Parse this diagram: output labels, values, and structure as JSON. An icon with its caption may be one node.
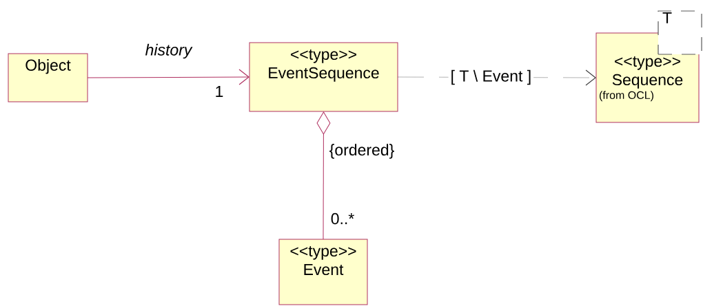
{
  "diagram": {
    "nodes": [
      {
        "text": [
          "Object"
        ]
      },
      {
        "text": [
          "<<type>>",
          "EventSequence"
        ]
      },
      {
        "text": [
          "<<type>>",
          "Sequence",
          "(from OCL)"
        ]
      },
      {
        "text": [
          "T"
        ]
      },
      {
        "text": [
          "<<type>>",
          "Event"
        ]
      }
    ],
    "edges": [
      {
        "from": 0,
        "to": 1,
        "arrow": "to",
        "label": "history"
      },
      {
        "from": 1,
        "to": 2,
        "arrow": "to",
        "label": "[ T \\ Event ]",
        "style": "dashed",
        "color": "#404040"
      },
      {
        "from": 4,
        "to": 1,
        "arrow": "other"
      }
    ],
    "labels": [
      "1",
      "{ordered}",
      "0..*"
    ]
  }
}
